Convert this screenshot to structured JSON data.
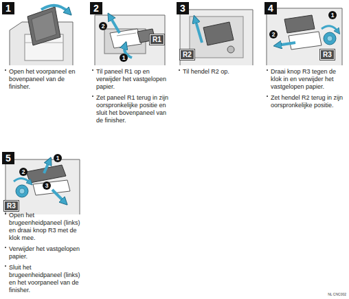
{
  "diagram": {
    "nodes": [
      {
        "text": [
          "1"
        ]
      },
      {
        "text": [
          "2"
        ]
      },
      {
        "text": [
          "2"
        ]
      },
      {
        "text": [
          "R1"
        ]
      },
      {
        "text": [
          "1"
        ]
      },
      {
        "text": [
          "3"
        ]
      },
      {
        "text": [
          "R2"
        ]
      },
      {
        "text": [
          "4"
        ]
      },
      {
        "text": [
          "1"
        ]
      },
      {
        "text": [
          "2"
        ]
      },
      {
        "text": [
          "R3"
        ]
      },
      {
        "text": [
          "5"
        ]
      },
      {
        "text": [
          "1"
        ]
      },
      {
        "text": [
          "2"
        ]
      },
      {
        "text": [
          "3"
        ]
      },
      {
        "text": [
          "R3"
        ]
      }
    ],
    "labels": [
      "Open het voorpaneel en bovenpaneel van de finisher.",
      "Til paneel R1 op en verwijder het vastgelopen papier.",
      "Zet paneel R1 terug in zijn oorspronkelijke positie en sluit het bovenpaneel van de finisher.",
      "Til hendel R2 op.",
      "Draai knop R3 tegen de klok in en verwijder het vastgelopen papier.",
      "Zet hendel R2 terug in zijn oorspronkelijke positie.",
      "Open het brugeenheidpaneel (links) en draai knop R3 met de klok mee.",
      "Verwijder het vastgelopen papier.",
      "Sluit het brugeenheidpaneel (links) en het voorpaneel van de finisher.",
      "NL CNC002"
    ]
  }
}
